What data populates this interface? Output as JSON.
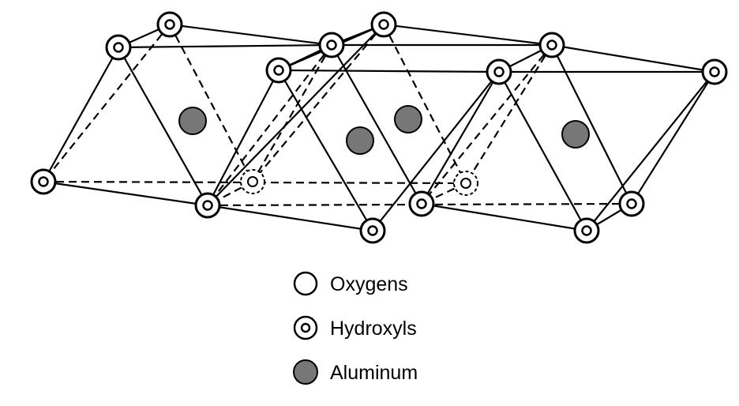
{
  "legend": {
    "oxygens": "Oxygens",
    "hydroxyls": "Hydroxyls",
    "aluminum": "Aluminum"
  },
  "colors": {
    "line": "#000000",
    "atom_fill": "#ffffff",
    "aluminum_fill": "#777777"
  }
}
